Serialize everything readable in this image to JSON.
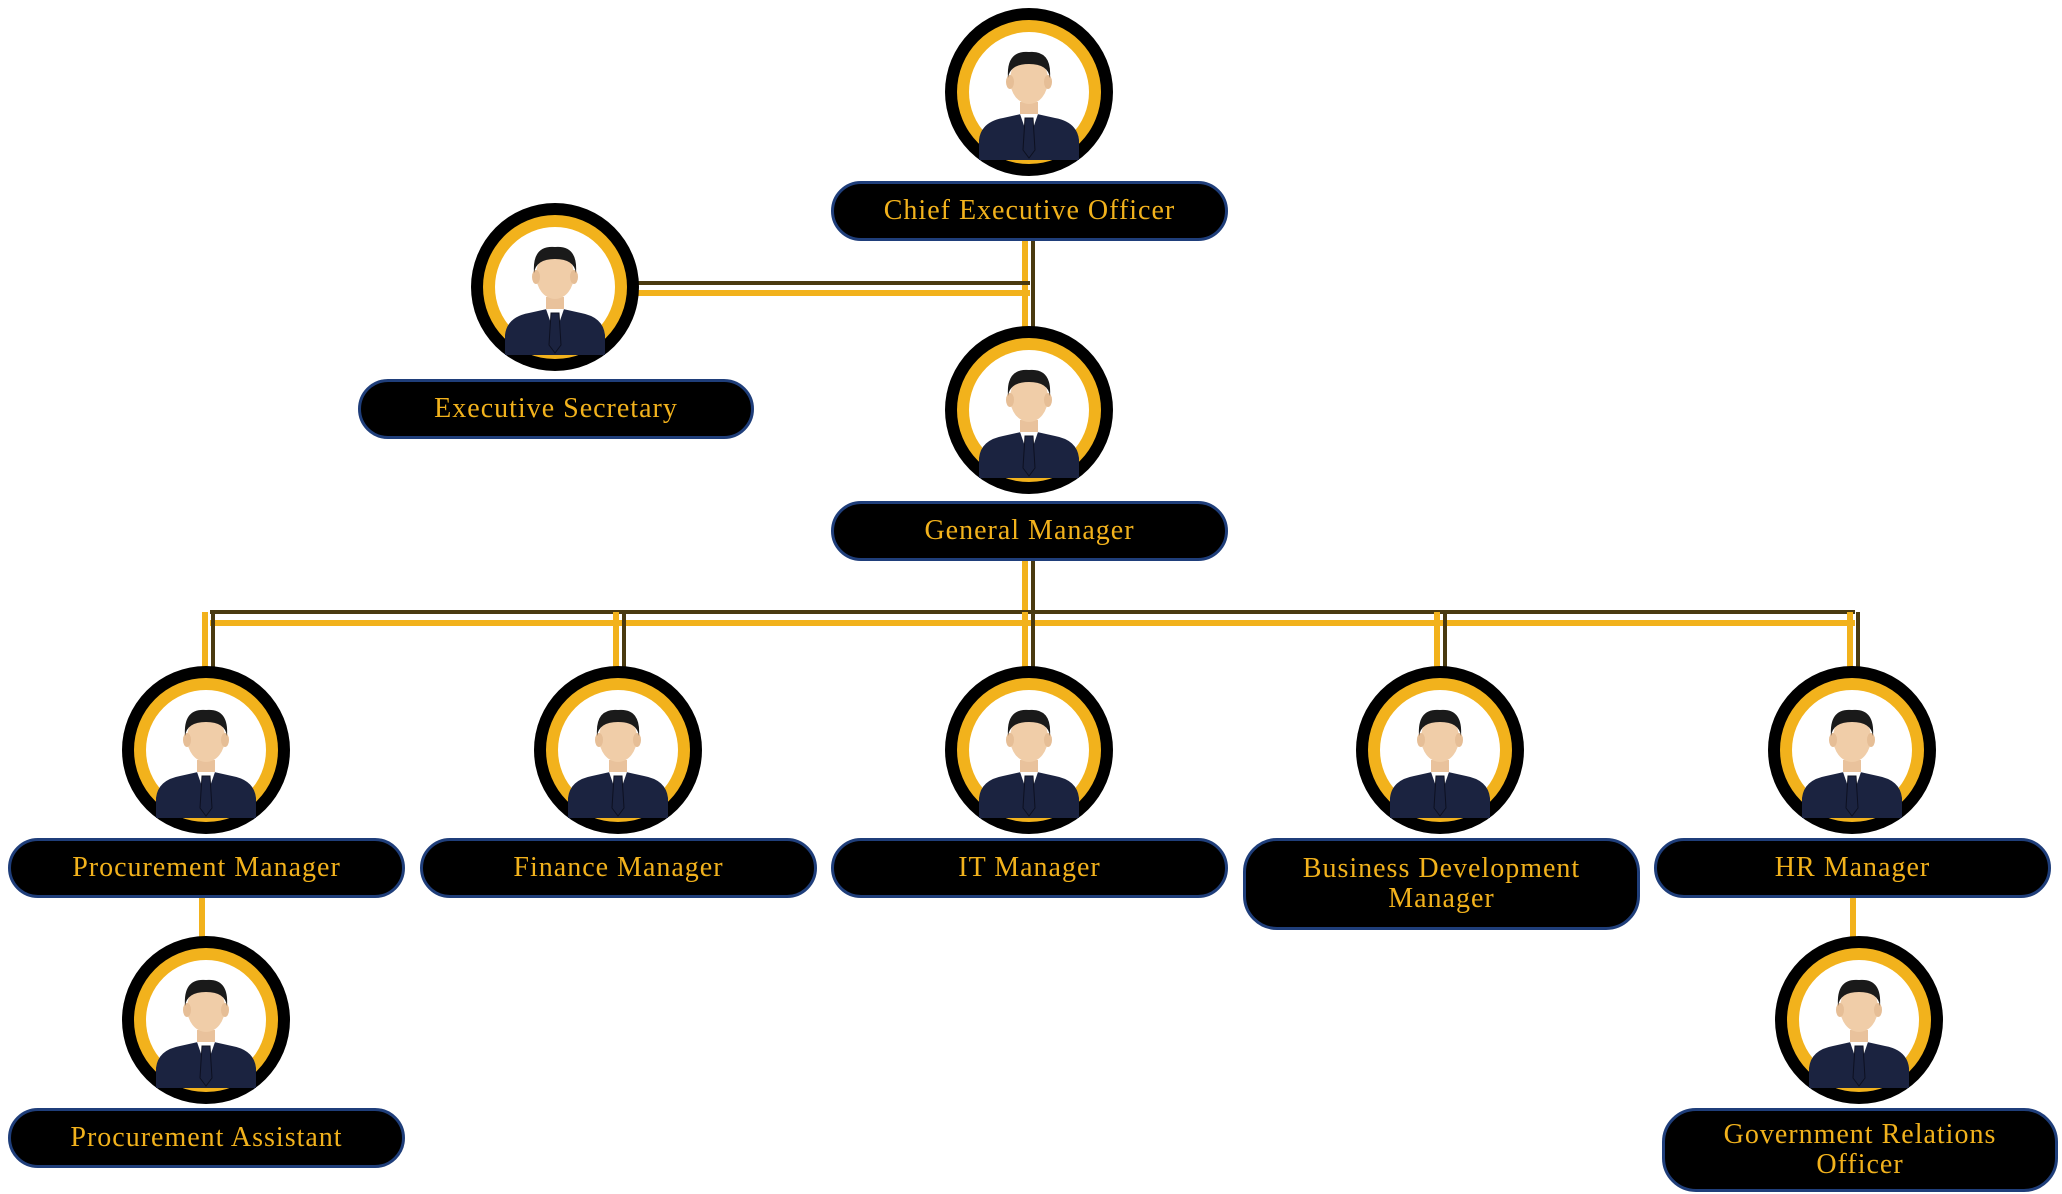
{
  "colors": {
    "ring_outer": "#000000",
    "ring_inner": "#f2b21c",
    "connector_gold": "#f2b21c",
    "connector_dark": "#4a3a10",
    "label_bg": "#000000",
    "label_border": "#1f3e7a",
    "label_text": "#f2b21c"
  },
  "nodes": {
    "ceo": {
      "title": "Chief  Executive  Officer",
      "icon": "person-avatar-icon"
    },
    "secretary": {
      "title": "Executive  Secretary",
      "icon": "person-avatar-icon"
    },
    "gm": {
      "title": "General  Manager",
      "icon": "person-avatar-icon"
    },
    "procurement_manager": {
      "title": "Procurement   Manager",
      "icon": "person-avatar-icon"
    },
    "finance_manager": {
      "title": "Finance  Manager",
      "icon": "person-avatar-icon"
    },
    "it_manager": {
      "title": "IT  Manager",
      "icon": "person-avatar-icon"
    },
    "bd_manager": {
      "title": "Business  Development\nManager",
      "icon": "person-avatar-icon"
    },
    "hr_manager": {
      "title": "HR Manager",
      "icon": "person-avatar-icon"
    },
    "procurement_assistant": {
      "title": "Procurement  Assistant",
      "icon": "person-avatar-icon"
    },
    "gro": {
      "title": "Government Relations\nOfficer",
      "icon": "person-avatar-icon"
    }
  }
}
